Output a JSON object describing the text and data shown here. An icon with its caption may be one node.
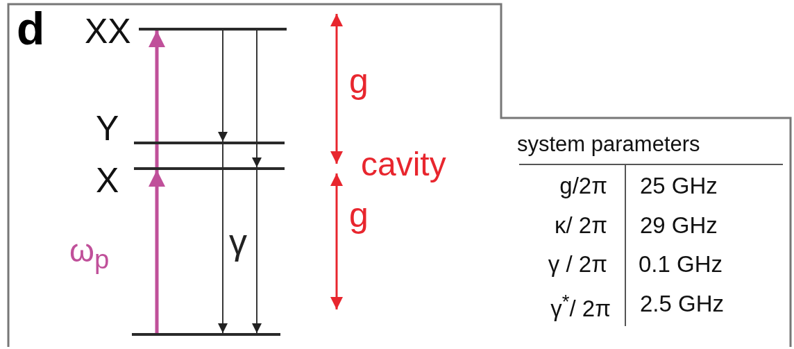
{
  "diagram": {
    "nodes": [
      {
        "text": [
          "XX"
        ]
      },
      {
        "text": [
          "Y"
        ]
      },
      {
        "text": [
          "X"
        ]
      },
      {
        "text": [],
        "shape": "bar"
      }
    ],
    "edges": [
      {
        "from": 3,
        "to": 2,
        "arrow": "to",
        "style": "thick",
        "color": "#c0509a",
        "label": "ω$_{p}$"
      },
      {
        "from": 2,
        "to": 0,
        "arrow": "to",
        "style": "thick",
        "color": "#c0509a"
      },
      {
        "from": 0,
        "to": 1,
        "arrow": "to"
      },
      {
        "from": 1,
        "to": 3,
        "arrow": "to"
      },
      {
        "from": 0,
        "to": 2,
        "arrow": "to"
      },
      {
        "from": 2,
        "to": 3,
        "arrow": "to",
        "label": "γ"
      }
    ],
    "labels": [
      "d",
      "g",
      "cavity",
      "g",
      "system parameters",
      "g/2π",
      "25 GHz",
      "κ/ 2π",
      "29 GHz",
      "γ / 2π",
      "0.1 GHz",
      "γ$^{*}$/ 2π",
      "2.5 GHz"
    ]
  }
}
